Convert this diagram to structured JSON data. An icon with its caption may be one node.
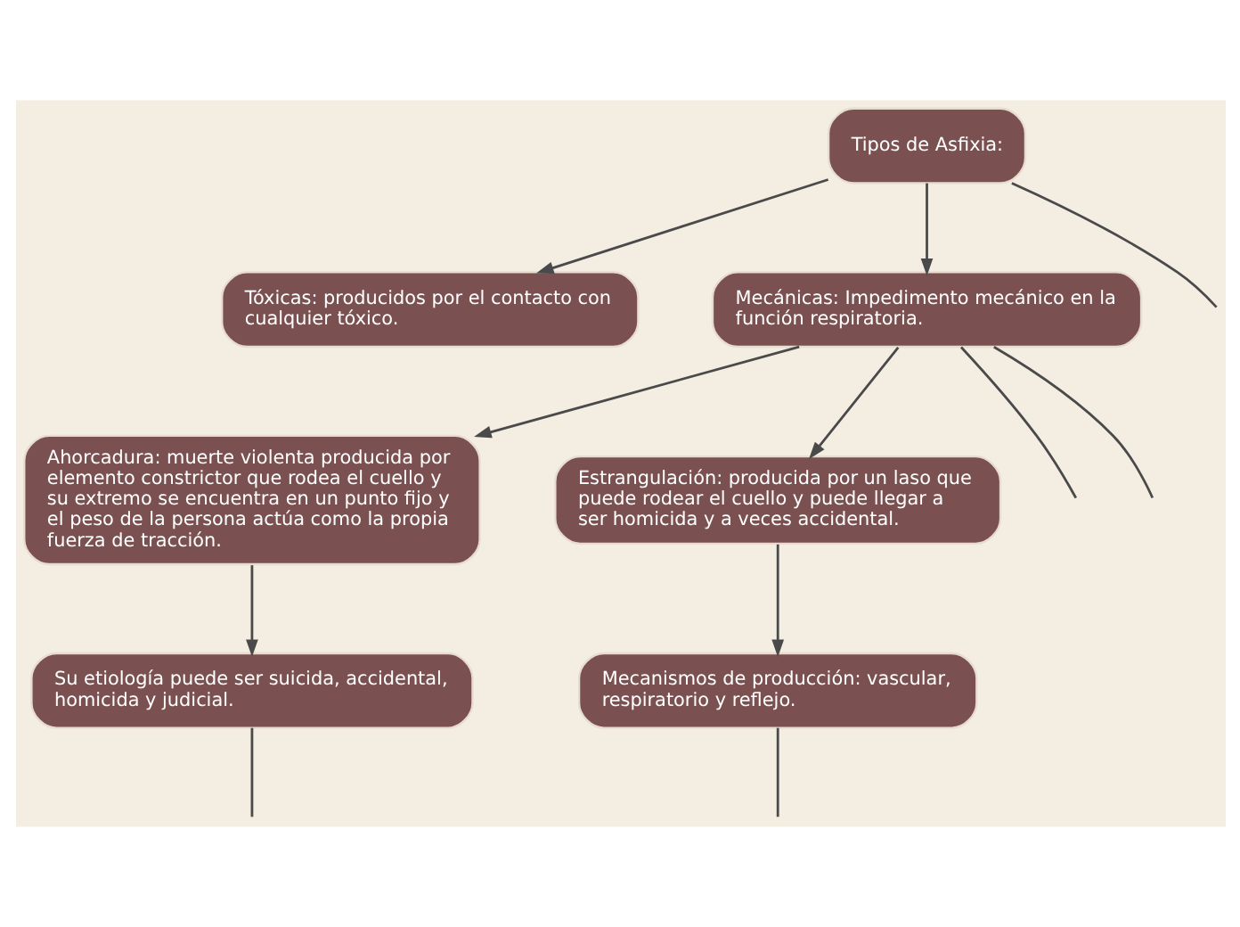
{
  "diagram": {
    "nodes": [
      {
        "text": [
          "Tipos de Asfixia:"
        ]
      },
      {
        "text": [
          "Tóxicas: producidos por el contacto con cualquier tóxico."
        ]
      },
      {
        "text": [
          "Mecánicas: Impedimento mecánico en la función respiratoria."
        ]
      },
      {
        "text": [
          "Ahorcadura: muerte violenta producida por elemento constrictor que rodea el cuello y su extremo se encuentra en un punto fijo y el peso de la persona actúa como la propia fuerza de tracción."
        ]
      },
      {
        "text": [
          "Estrangulación: producida por un laso que puede rodear el cuello y puede llegar a ser homicida y a veces accidental."
        ]
      },
      {
        "text": [
          "Su etiología puede ser suicida, accidental, homicida y judicial."
        ]
      },
      {
        "text": [
          "Mecanismos de producción: vascular, respiratorio y reflejo."
        ]
      }
    ],
    "edges": [
      {
        "from": 0,
        "to": null,
        "arrow": "none"
      },
      {
        "from": 0,
        "to": 1,
        "arrow": "to"
      },
      {
        "from": 0,
        "to": 2,
        "arrow": "to"
      },
      {
        "from": 2,
        "to": 3,
        "arrow": "to"
      },
      {
        "from": 2,
        "to": 4,
        "arrow": "to"
      },
      {
        "from": 2,
        "to": null,
        "arrow": "none"
      },
      {
        "from": 2,
        "to": null,
        "arrow": "none"
      },
      {
        "from": 3,
        "to": 5,
        "arrow": "to"
      },
      {
        "from": 4,
        "to": 6,
        "arrow": "to"
      },
      {
        "from": 5,
        "to": null,
        "arrow": "none"
      },
      {
        "from": 6,
        "to": null,
        "arrow": "none"
      }
    ]
  }
}
